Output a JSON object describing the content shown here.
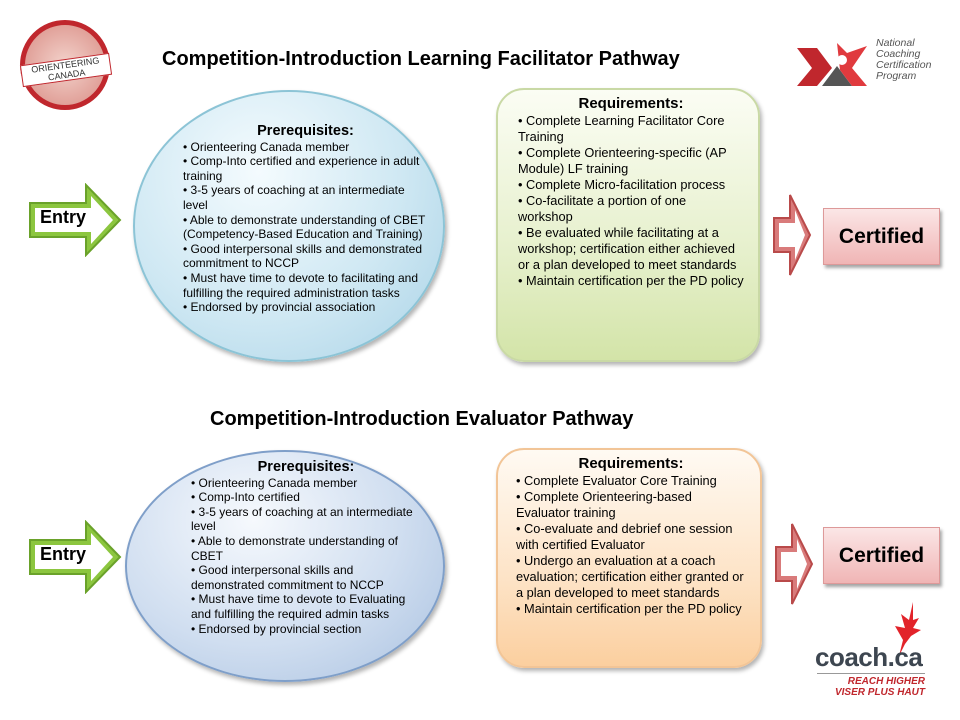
{
  "logos": {
    "orienteering": "ORIENTEERING CANADA",
    "nccp": "National Coaching Certification Program",
    "coach": "coach.ca",
    "coach_tag1": "REACH HIGHER",
    "coach_tag2": "VISER PLUS HAUT"
  },
  "pathway1": {
    "title": "Competition-Introduction Learning Facilitator Pathway",
    "entry": "Entry",
    "prereq_title": "Prerequisites:",
    "prereqs": [
      "• Orienteering Canada member",
      "• Comp-Into certified and experience in adult training",
      "• 3-5 years of coaching at an intermediate level",
      "• Able to demonstrate understanding of CBET (Competency-Based Education and Training)",
      "• Good interpersonal skills and demonstrated commitment to NCCP",
      "• Must have time to devote to facilitating and fulfilling the required administration tasks",
      "• Endorsed by provincial association"
    ],
    "req_title": "Requirements:",
    "reqs": [
      "• Complete Learning Facilitator Core Training",
      "• Complete Orienteering-specific (AP Module) LF training",
      "• Complete Micro-facilitation process",
      "• Co-facilitate a portion of one workshop",
      "• Be evaluated while facilitating at a workshop; certification either achieved or a plan developed to meet standards",
      "• Maintain certification per the PD policy"
    ],
    "certified": "Certified"
  },
  "pathway2": {
    "title": "Competition-Introduction Evaluator Pathway",
    "entry": "Entry",
    "prereq_title": "Prerequisites:",
    "prereqs": [
      "• Orienteering Canada member",
      "• Comp-Into certified",
      "• 3-5 years of coaching at an intermediate level",
      "• Able to demonstrate understanding of CBET",
      "• Good interpersonal skills and demonstrated commitment to NCCP",
      "• Must have time to devote to Evaluating and fulfilling the required admin tasks",
      "• Endorsed by provincial section"
    ],
    "req_title": "Requirements:",
    "reqs": [
      "• Complete Evaluator Core Training",
      "• Complete Orienteering-based Evaluator training",
      "• Co-evaluate and debrief one session with certified Evaluator",
      "• Undergo an evaluation at a coach evaluation; certification either granted or a plan developed to meet standards",
      "• Maintain certification per the PD policy"
    ],
    "certified": "Certified"
  }
}
